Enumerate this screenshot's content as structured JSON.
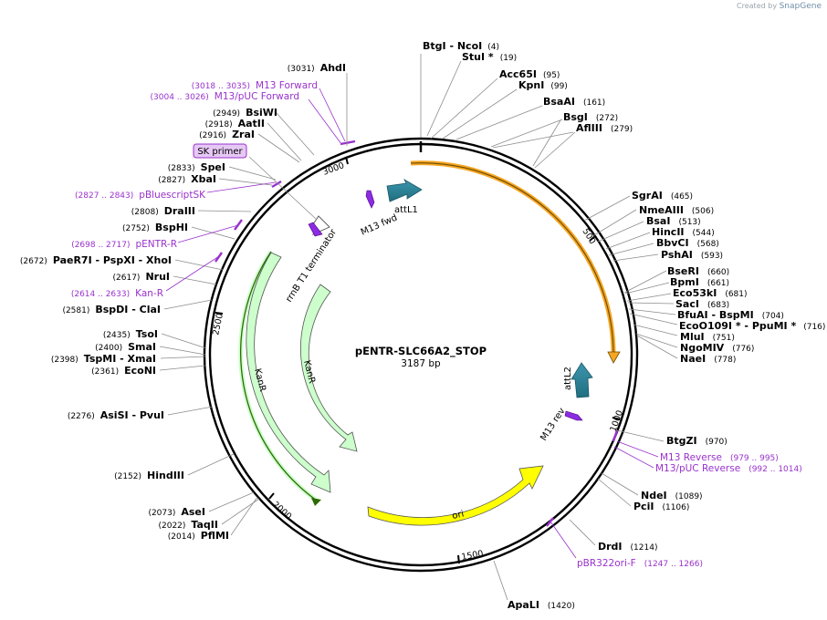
{
  "credit": {
    "prefix": "Created by",
    "brand": "SnapGene"
  },
  "plasmid": {
    "name": "pENTR-SLC66A2_STOP",
    "length_label": "3187 bp"
  },
  "ticks": [
    "500",
    "1000",
    "1500",
    "2000",
    "2500",
    "3000"
  ],
  "enzymes": [
    {
      "name": "BtgI",
      "pos": "(4)"
    },
    {
      "name": "NcoI",
      "pos": "(4)"
    },
    {
      "name": "StuI *",
      "pos": "(19)"
    },
    {
      "name": "Acc65I",
      "pos": "(95)"
    },
    {
      "name": "KpnI",
      "pos": "(99)"
    },
    {
      "name": "BsaAI",
      "pos": "(161)"
    },
    {
      "name": "BsgI",
      "pos": "(272)"
    },
    {
      "name": "AflIII",
      "pos": "(279)"
    },
    {
      "name": "SgrAI",
      "pos": "(465)"
    },
    {
      "name": "NmeAIII",
      "pos": "(506)"
    },
    {
      "name": "BsaI",
      "pos": "(513)"
    },
    {
      "name": "HincII",
      "pos": "(544)"
    },
    {
      "name": "BbvCI",
      "pos": "(568)"
    },
    {
      "name": "PshAI",
      "pos": "(593)"
    },
    {
      "name": "BseRI",
      "pos": "(660)"
    },
    {
      "name": "BpmI",
      "pos": "(661)"
    },
    {
      "name": "Eco53kI",
      "pos": "(681)"
    },
    {
      "name": "SacI",
      "pos": "(683)"
    },
    {
      "name": "BfuAI",
      "pos": "(704)"
    },
    {
      "name": "BspMI",
      "pos": "(704)"
    },
    {
      "name": "EcoO109I *",
      "pos": "(716)"
    },
    {
      "name": "PpuMI *",
      "pos": "(716)"
    },
    {
      "name": "MluI",
      "pos": "(751)"
    },
    {
      "name": "NgoMIV",
      "pos": "(776)"
    },
    {
      "name": "NaeI",
      "pos": "(778)"
    },
    {
      "name": "BtgZI",
      "pos": "(970)"
    },
    {
      "name": "NdeI",
      "pos": "(1089)"
    },
    {
      "name": "PciI",
      "pos": "(1106)"
    },
    {
      "name": "DrdI",
      "pos": "(1214)"
    },
    {
      "name": "ApaLI",
      "pos": "(1420)"
    },
    {
      "name": "PflMI",
      "pos": "(2014)"
    },
    {
      "name": "TaqII",
      "pos": "(2022)"
    },
    {
      "name": "AseI",
      "pos": "(2073)"
    },
    {
      "name": "HindIII",
      "pos": "(2152)"
    },
    {
      "name": "AsiSI",
      "pos": "(2276)"
    },
    {
      "name": "PvuI",
      "pos": ""
    },
    {
      "name": "EcoNI",
      "pos": "(2361)"
    },
    {
      "name": "TspMI",
      "pos": "(2398)"
    },
    {
      "name": "XmaI",
      "pos": ""
    },
    {
      "name": "SmaI",
      "pos": "(2400)"
    },
    {
      "name": "TsoI",
      "pos": "(2435)"
    },
    {
      "name": "BspDI",
      "pos": "(2581)"
    },
    {
      "name": "ClaI",
      "pos": ""
    },
    {
      "name": "NruI",
      "pos": "(2617)"
    },
    {
      "name": "PaeR7I",
      "pos": "(2672)"
    },
    {
      "name": "PspXI",
      "pos": ""
    },
    {
      "name": "XhoI",
      "pos": ""
    },
    {
      "name": "BspHI",
      "pos": "(2752)"
    },
    {
      "name": "DraIII",
      "pos": "(2808)"
    },
    {
      "name": "XbaI",
      "pos": "(2827)"
    },
    {
      "name": "SpeI",
      "pos": "(2833)"
    },
    {
      "name": "ZraI",
      "pos": "(2916)"
    },
    {
      "name": "AatII",
      "pos": "(2918)"
    },
    {
      "name": "BsiWI",
      "pos": "(2949)"
    },
    {
      "name": "AhdI",
      "pos": "(3031)"
    }
  ],
  "primers": [
    {
      "name": "M13 Forward",
      "pos": "(3018 .. 3035)"
    },
    {
      "name": "M13/pUC Forward",
      "pos": "(3004 .. 3026)"
    },
    {
      "name": "pBluescriptSK",
      "pos": "(2827 .. 2843)"
    },
    {
      "name": "pENTR-R",
      "pos": "(2698 .. 2717)"
    },
    {
      "name": "Kan-R",
      "pos": "(2614 .. 2633)"
    },
    {
      "name": "M13 Reverse",
      "pos": "(979 .. 995)"
    },
    {
      "name": "M13/pUC Reverse",
      "pos": "(992 .. 1014)"
    },
    {
      "name": "pBR322ori-F",
      "pos": "(1247 .. 1266)"
    }
  ],
  "sk_primer": "SK primer",
  "features": {
    "m13fwd": "M13 fwd",
    "attL1": "attL1",
    "attL2": "attL2",
    "m13rev": "M13 rev",
    "ori": "ori",
    "kanr": "KanR",
    "rrnb": "rrnB T1 terminator"
  },
  "colors": {
    "backbone": "#000000",
    "attL": "#31849B",
    "orange": "#F5A623",
    "ori": "#FFFF00",
    "kanr": "#CCFFCC",
    "primer": "#9932CC",
    "primer_feat": "#8B2BE2"
  }
}
